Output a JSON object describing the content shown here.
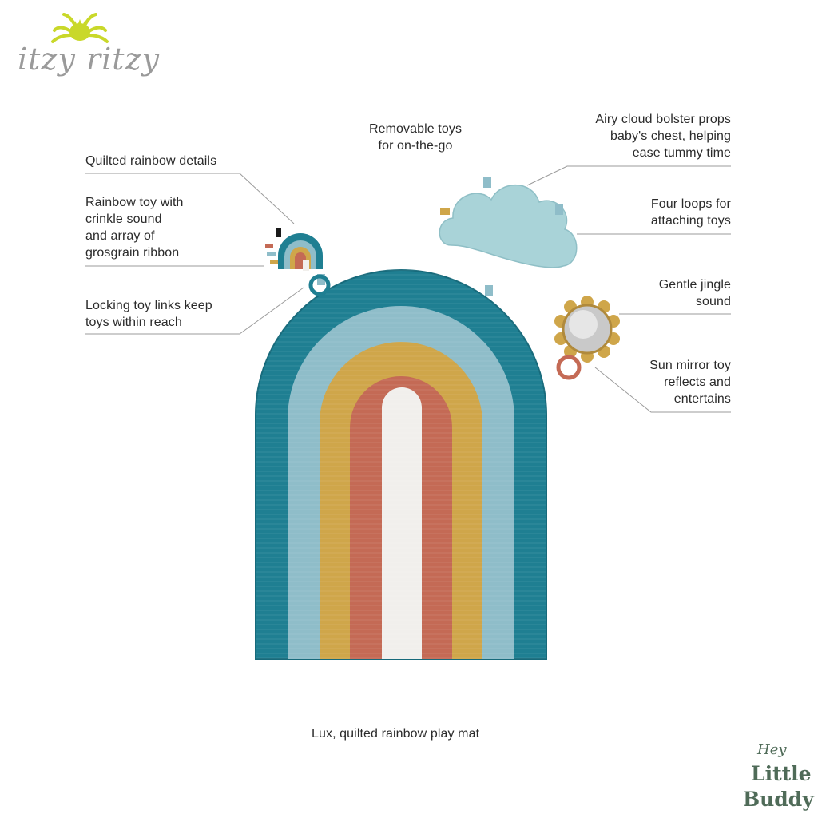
{
  "brand": {
    "logo_text": "itzy ritzy",
    "icon": "spider-crown-icon",
    "accent": "#c9d82a"
  },
  "annotations": {
    "quilted": "Quilted rainbow details",
    "rainbow_toy": [
      "Rainbow toy with",
      "crinkle sound",
      "and array of",
      "grosgrain ribbon"
    ],
    "locking": [
      "Locking toy links keep",
      "toys within reach"
    ],
    "removable": [
      "Removable toys",
      "for on-the-go"
    ],
    "cloud": [
      "Airy cloud bolster props",
      "baby's chest, helping",
      "ease tummy time"
    ],
    "loops": [
      "Four loops for",
      "attaching toys"
    ],
    "jingle": [
      "Gentle jingle",
      "sound"
    ],
    "mirror": [
      "Sun mirror toy",
      "reflects and",
      "entertains"
    ]
  },
  "caption": "Lux, quilted rainbow play mat",
  "watermark": {
    "hey": "Hey",
    "line1": "Little",
    "line2": "Buddy"
  },
  "colors": {
    "teal": "#1f7f92",
    "light_blue": "#8fbdc9",
    "mustard": "#cfa64a",
    "terracotta": "#c46a55",
    "white_center": "#f1efec",
    "cloud": "#a9d3d8",
    "line": "#9b9b9b"
  }
}
